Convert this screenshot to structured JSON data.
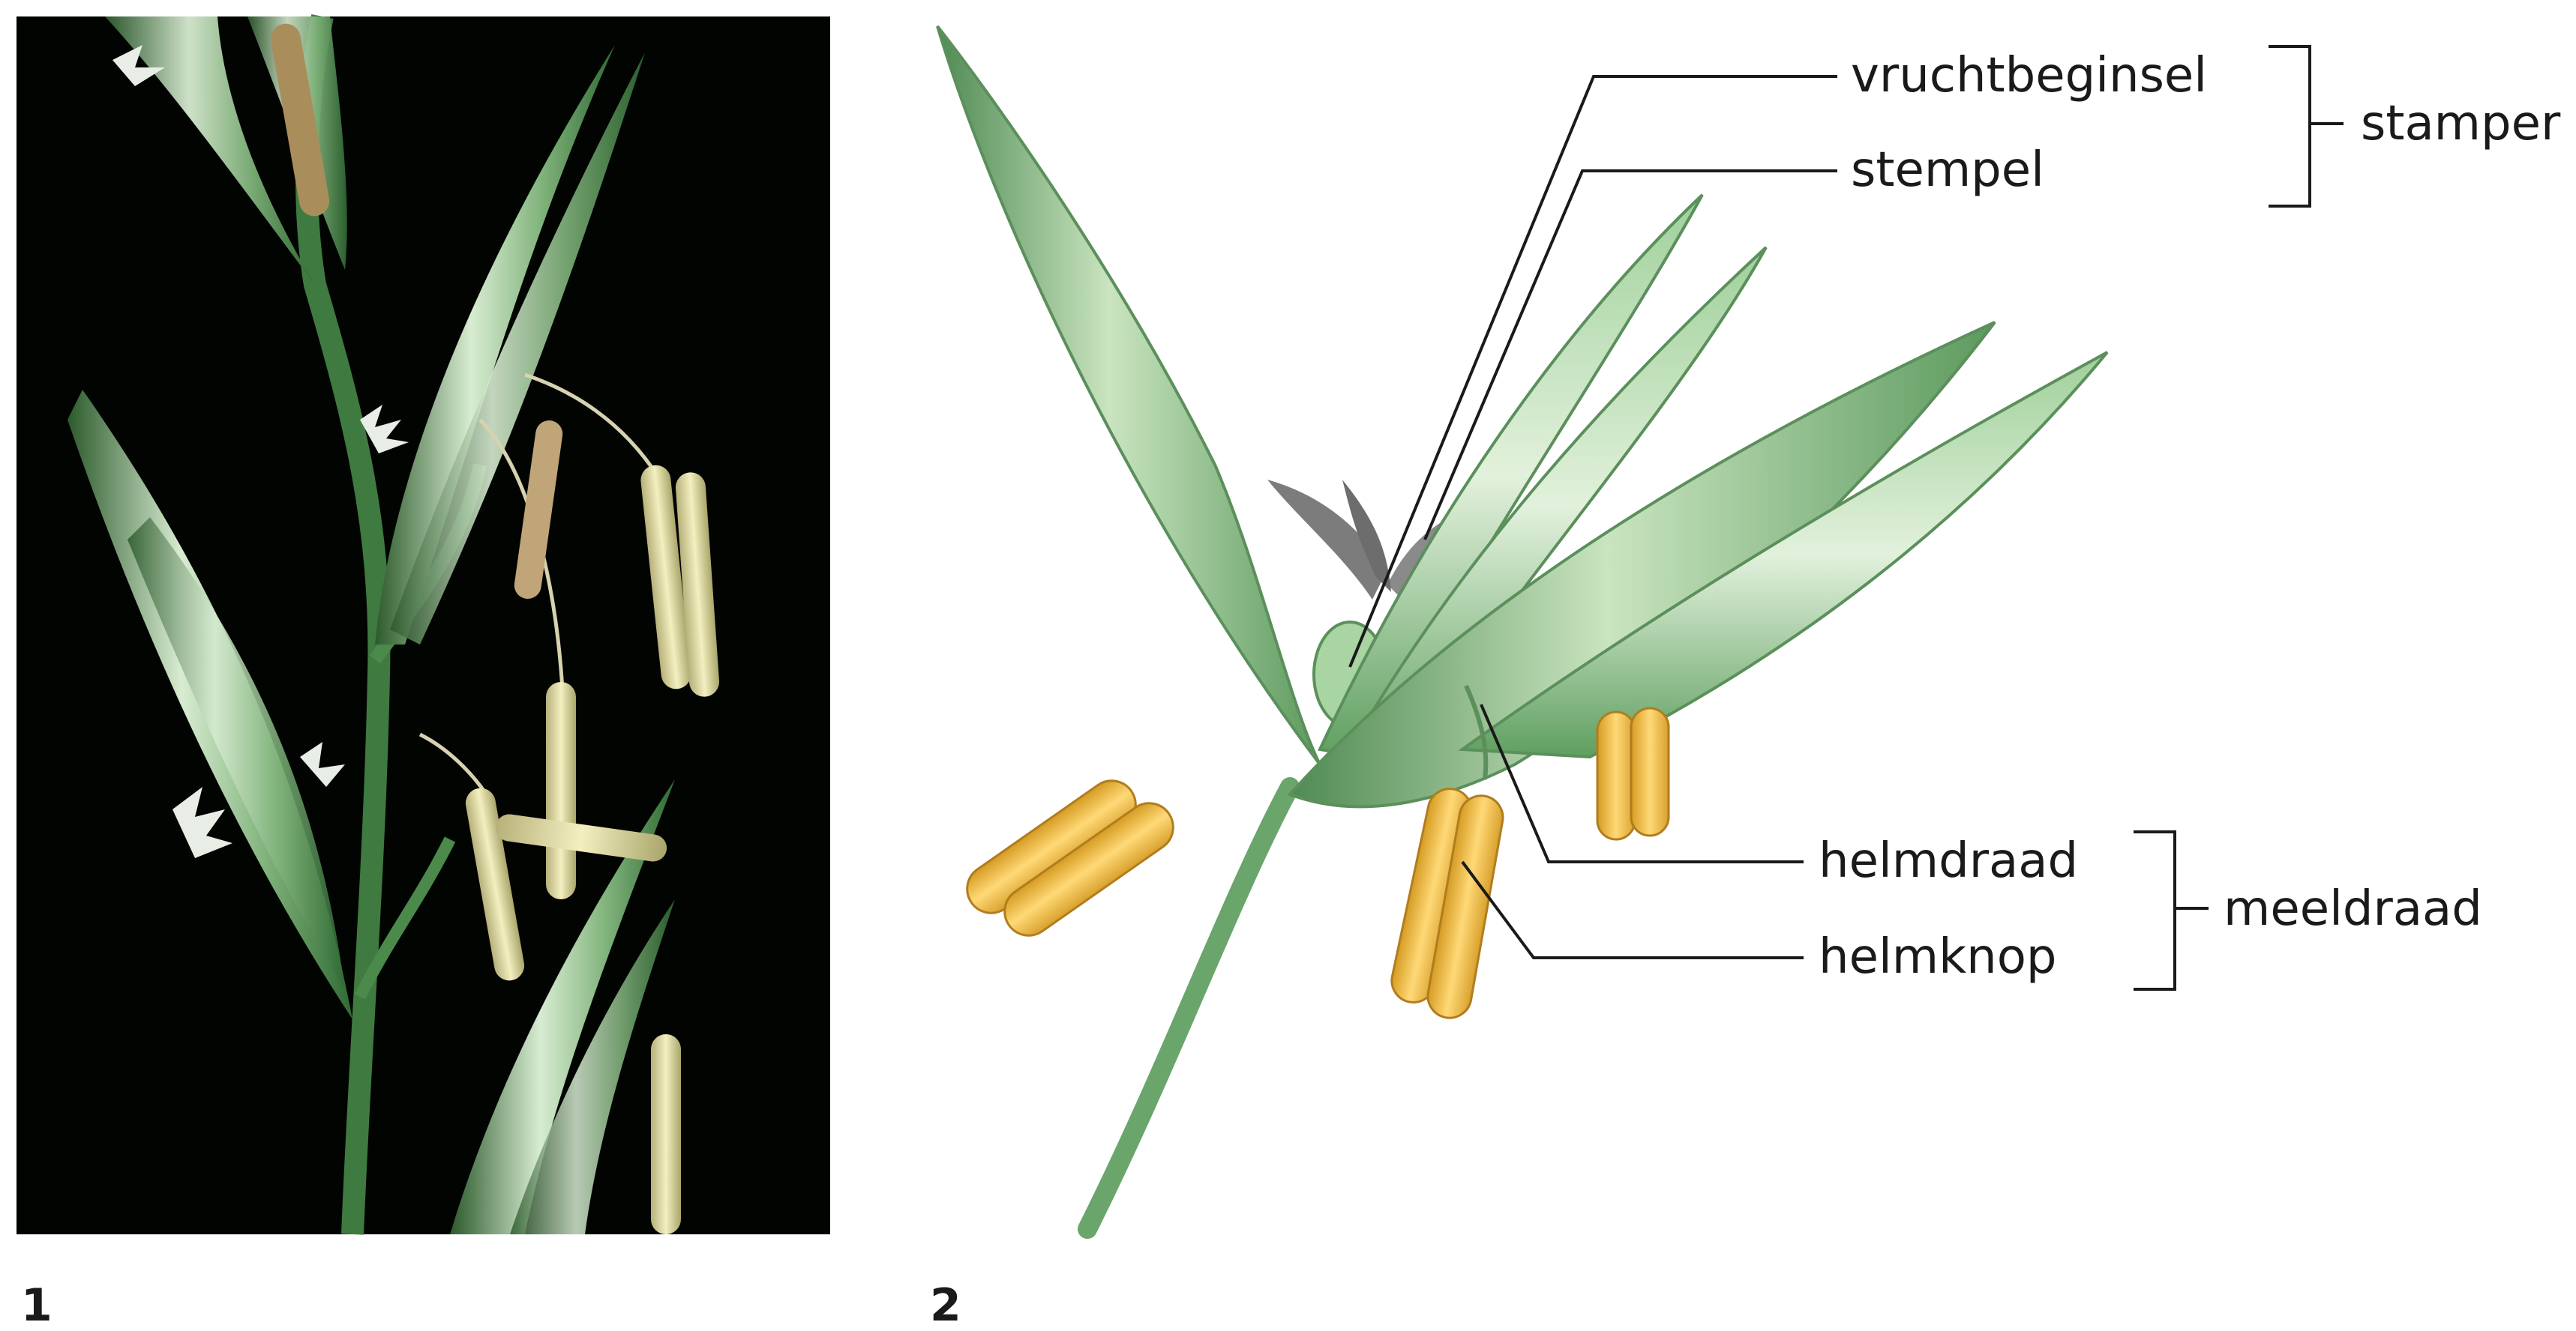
{
  "panels": {
    "photo": {
      "number": "1"
    },
    "drawing": {
      "number": "2"
    }
  },
  "labels": {
    "vruchtbeginsel": "vruchtbeginsel",
    "stempel": "stempel",
    "stamper": "stamper",
    "helmdraad": "helmdraad",
    "helmknop": "helmknop",
    "meeldraad": "meeldraad"
  },
  "colors": {
    "photo_background": "#020402",
    "leaf_green": "#8cc08a",
    "leaf_dark": "#3f7e49",
    "anther_yellow": "#f1c24d",
    "feather_gray": "#7c7c7c"
  }
}
